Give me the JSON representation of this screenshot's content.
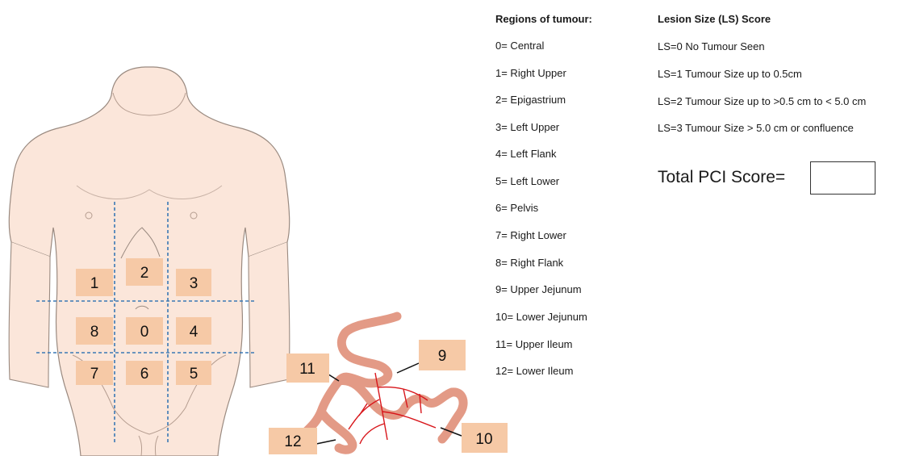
{
  "regions_heading": "Regions of tumour:",
  "regions": [
    "0= Central",
    "1= Right Upper",
    "2= Epigastrium",
    "3= Left Upper",
    "4= Left Flank",
    "5= Left Lower",
    "6= Pelvis",
    "7= Right Lower",
    "8= Right Flank",
    "9= Upper Jejunum",
    "10= Lower Jejunum",
    "11= Upper Ileum",
    "12= Lower Ileum"
  ],
  "ls_heading": "Lesion Size (LS) Score",
  "ls_scores": [
    "LS=0  No Tumour Seen",
    "LS=1  Tumour Size up to 0.5cm",
    "LS=2  Tumour Size up to >0.5 cm to < 5.0 cm",
    "LS=3  Tumour Size > 5.0 cm or confluence"
  ],
  "total_label": "Total PCI Score=",
  "abdomen_labels": [
    "1",
    "2",
    "3",
    "8",
    "0",
    "4",
    "7",
    "6",
    "5"
  ],
  "bowel_labels": [
    "11",
    "9",
    "12",
    "10"
  ],
  "colors": {
    "skin": "#fbe6da",
    "outline": "#9a8a80",
    "region_box": "#f6c9a6",
    "grid_line": "#3a78b5",
    "intestine": "#e39a86",
    "vessel": "#d8161b"
  }
}
